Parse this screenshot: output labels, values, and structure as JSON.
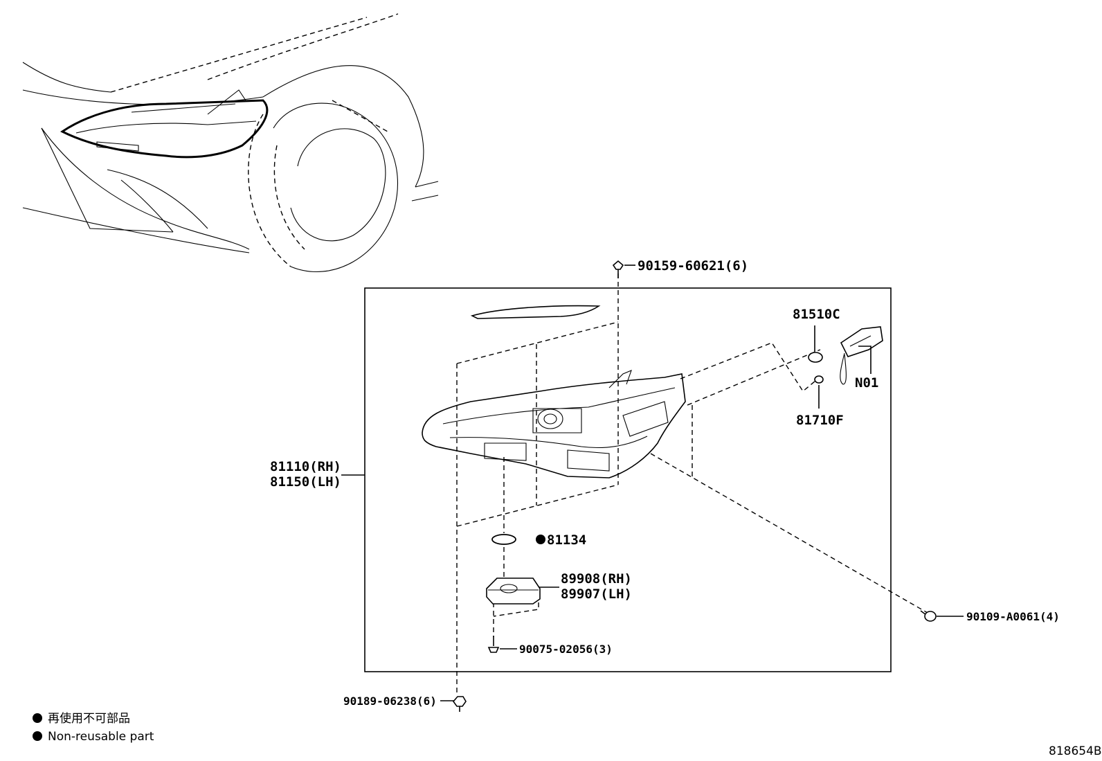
{
  "labels": {
    "bolt_top": "90159-60621(6)",
    "socket": "81510C",
    "harness": "N01",
    "bulb": "81710F",
    "headlamp_rh": "81110(RH)",
    "headlamp_lh": "81150(LH)",
    "gasket": "81134",
    "ballast_rh": "89908(RH)",
    "ballast_lh": "89907(LH)",
    "screw_ballast": "90075-02056(3)",
    "screw_right": "90109-A0061(4)",
    "bolt_bottom": "90189-06238(6)"
  },
  "legend": {
    "japanese": "再使用不可部品",
    "english": "Non-reusable part"
  },
  "diagram_id": "818654B"
}
